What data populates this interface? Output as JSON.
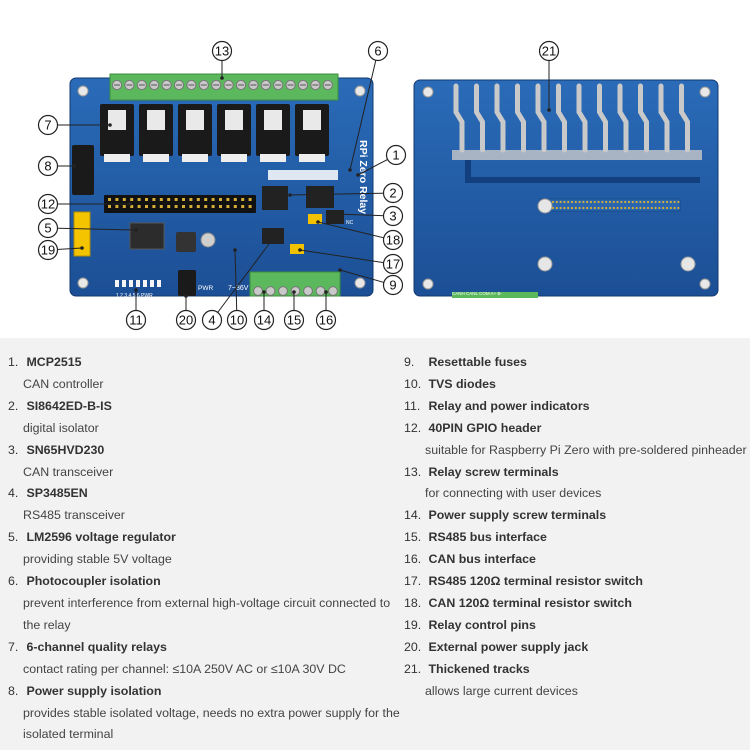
{
  "board_front": {
    "silkscreen_title": "RPi Zero Relay",
    "voltage_label": "7~36V",
    "pwr_label": "PWR",
    "indicator_labels": "1 2 3 4 5 6 PWR",
    "nc_label": "NC"
  },
  "board_back": {
    "port_labels": "CANH CANL COM  A+  B-"
  },
  "callouts": [
    "1",
    "2",
    "3",
    "4",
    "5",
    "6",
    "7",
    "8",
    "9",
    "10",
    "11",
    "12",
    "13",
    "14",
    "15",
    "16",
    "17",
    "18",
    "19",
    "20",
    "21"
  ],
  "legend_left": [
    {
      "num": "1.",
      "title": "MCP2515",
      "desc": [
        "CAN controller"
      ]
    },
    {
      "num": "2.",
      "title": "SI8642ED-B-IS",
      "desc": [
        "digital isolator"
      ]
    },
    {
      "num": "3.",
      "title": "SN65HVD230",
      "desc": [
        "CAN transceiver"
      ]
    },
    {
      "num": "4.",
      "title": "SP3485EN",
      "desc": [
        "RS485 transceiver"
      ]
    },
    {
      "num": "5.",
      "title": "LM2596 voltage regulator",
      "desc": [
        "providing stable 5V voltage"
      ]
    },
    {
      "num": "6.",
      "title": "Photocoupler isolation",
      "desc": [
        "prevent interference from external high-voltage circuit connected to",
        "the relay"
      ]
    },
    {
      "num": "7.",
      "title": "6-channel quality relays",
      "desc": [
        "contact rating per channel: ≤10A 250V AC or ≤10A 30V DC"
      ]
    },
    {
      "num": "8.",
      "title": "Power supply isolation",
      "desc": [
        "provides stable isolated voltage, needs no extra power supply for the",
        "isolated terminal"
      ]
    }
  ],
  "legend_right": [
    {
      "num": "9.",
      "title": "Resettable fuses",
      "desc": []
    },
    {
      "num": "10.",
      "title": "TVS diodes",
      "desc": []
    },
    {
      "num": "11.",
      "title": "Relay and power indicators",
      "desc": []
    },
    {
      "num": "12.",
      "title": "40PIN GPIO header",
      "desc": [
        "suitable for Raspberry Pi Zero with pre-soldered pinheader"
      ]
    },
    {
      "num": "13.",
      "title": "Relay screw terminals",
      "desc": [
        "for connecting with user devices"
      ]
    },
    {
      "num": "14.",
      "title": "Power supply screw terminals",
      "desc": []
    },
    {
      "num": "15.",
      "title": "RS485 bus interface",
      "desc": []
    },
    {
      "num": "16.",
      "title": "CAN bus interface",
      "desc": []
    },
    {
      "num": "17.",
      "title": "RS485 120Ω terminal resistor switch",
      "desc": []
    },
    {
      "num": "18.",
      "title": "CAN 120Ω terminal resistor switch",
      "desc": []
    },
    {
      "num": "19.",
      "title": "Relay control pins",
      "desc": []
    },
    {
      "num": "20.",
      "title": "External power supply jack",
      "desc": []
    },
    {
      "num": "21.",
      "title": "Thickened tracks",
      "desc": [
        "allows large current devices"
      ]
    }
  ],
  "colors": {
    "pcb_blue": "#1f5da8",
    "terminal_green": "#5cb85c",
    "relay_black": "#1a1a1a",
    "legend_bg": "#f2f2f2"
  }
}
